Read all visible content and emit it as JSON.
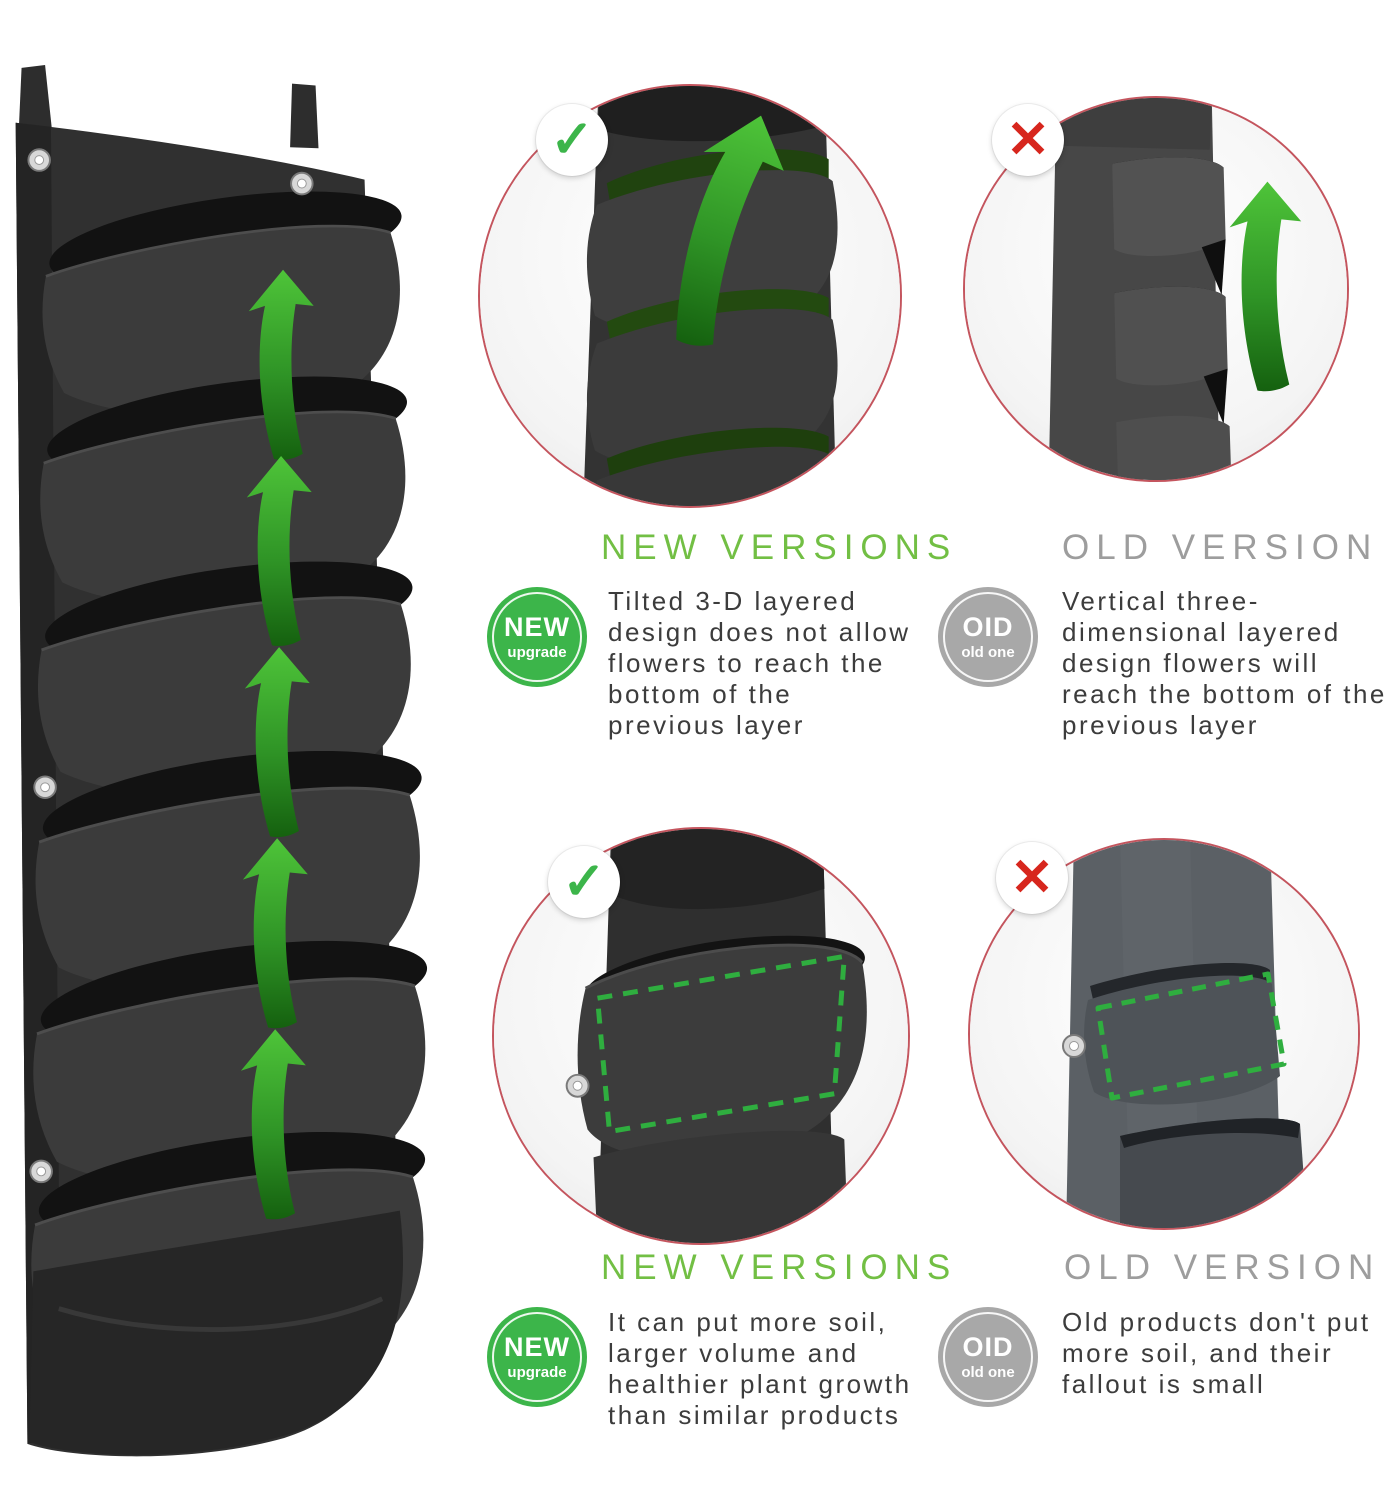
{
  "title": "Vertical hanging garden planter — new vs old version comparison",
  "colors": {
    "green_heading": "#72bf44",
    "green_badge": "#3cb54a",
    "green_arrow": "#2fae3f",
    "gray_heading": "#9d9d9d",
    "gray_badge": "#a8a8a8",
    "body_text": "#3c3c3c",
    "circle_ring": "#c4555e",
    "cross_red": "#d7261d"
  },
  "icons": {
    "check": "✓",
    "cross": "✕"
  },
  "sections": {
    "top": {
      "new": {
        "heading": "NEW VERSIONS",
        "badge_title": "NEW",
        "badge_subtitle": "upgrade",
        "description": "Tilted 3-D layered design does not allow flowers to reach the bottom of the previous layer"
      },
      "old": {
        "heading": "OLD VERSION",
        "badge_title": "OID",
        "badge_subtitle": "old one",
        "description": "Vertical three-dimensional layered design flowers will reach the bottom of the previous layer"
      }
    },
    "bottom": {
      "new": {
        "heading": "NEW VERSIONS",
        "badge_title": "NEW",
        "badge_subtitle": "upgrade",
        "description": "It can put more soil, larger volume and healthier plant growth than similar products"
      },
      "old": {
        "heading": "OLD VERSION",
        "badge_title": "OID",
        "badge_subtitle": "old one",
        "description": "Old products don't put more soil, and their fallout is small"
      }
    }
  }
}
